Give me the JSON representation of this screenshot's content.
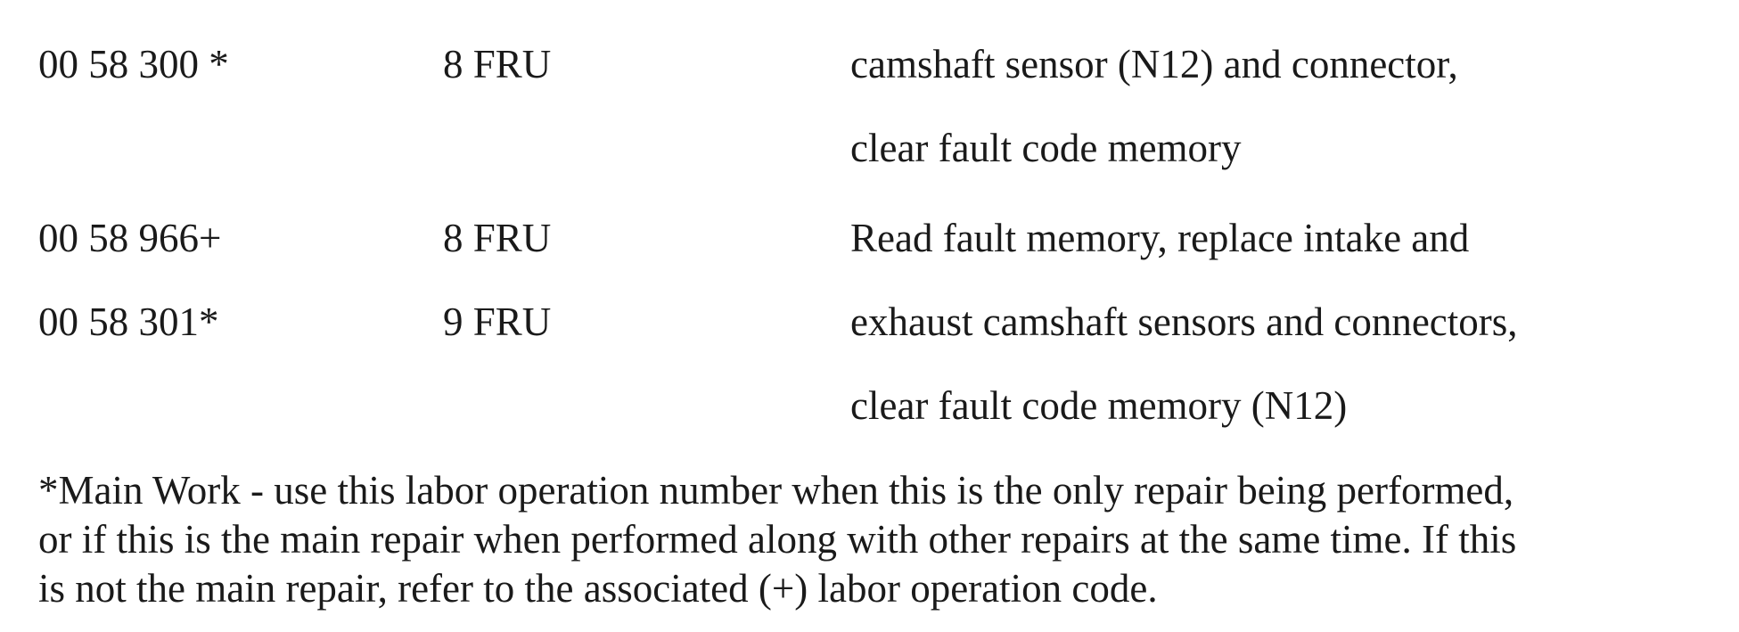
{
  "labor_table": {
    "rows": [
      {
        "op_code": "00 58 300 *",
        "fru": "8 FRU",
        "description": "camshaft sensor (N12) and connector,"
      },
      {
        "op_code": "",
        "fru": "",
        "description": "clear fault code memory"
      },
      {
        "op_code": "00 58 966+",
        "fru": "8 FRU",
        "description": "Read fault memory, replace intake and"
      },
      {
        "op_code": "00 58 301*",
        "fru": "9 FRU",
        "description": "exhaust camshaft sensors and connectors,"
      },
      {
        "op_code": "",
        "fru": "",
        "description": "clear fault code memory (N12)"
      }
    ]
  },
  "footnote": {
    "lines": [
      "*Main Work - use this labor operation number when this is the only repair being performed,",
      "or if this is the main repair when performed along with other repairs at the same time. If this",
      "is not the main repair, refer to the associated (+) labor operation code."
    ]
  }
}
